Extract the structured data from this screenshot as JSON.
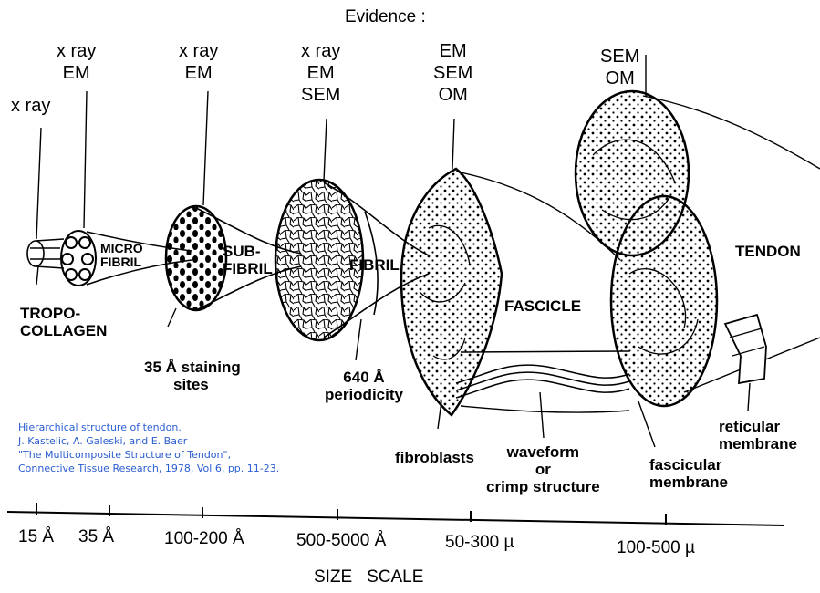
{
  "title": "Evidence :",
  "evidence": [
    {
      "lines": [
        "x ray"
      ]
    },
    {
      "lines": [
        "x ray",
        "EM"
      ]
    },
    {
      "lines": [
        "x ray",
        "EM"
      ]
    },
    {
      "lines": [
        "x ray",
        "EM",
        "SEM"
      ]
    },
    {
      "lines": [
        "EM",
        "SEM",
        "OM"
      ]
    },
    {
      "lines": [
        "SEM",
        "OM"
      ]
    }
  ],
  "structures": {
    "tropocollagen": [
      "TROPO-",
      "COLLAGEN"
    ],
    "microfibril": [
      "MICRO",
      "FIBRIL"
    ],
    "subfibril": [
      "SUB-",
      "FIBRIL"
    ],
    "fibril": "FIBRIL",
    "fascicle": "FASCICLE",
    "tendon": "TENDON"
  },
  "annotations": {
    "staining": [
      "35 Å  staining",
      "sites"
    ],
    "periodicity": [
      "640 Å",
      "periodicity"
    ],
    "fibroblasts": "fibroblasts",
    "waveform": [
      "waveform",
      "or",
      "crimp  structure"
    ],
    "fascicular": [
      "fascicular",
      "membrane"
    ],
    "reticular": [
      "reticular",
      "membrane"
    ]
  },
  "caption": [
    "Hierarchical structure of tendon.",
    "J. Kastelic, A. Galeski, and E. Baer",
    "\"The Multicomposite Structure of Tendon\",",
    "Connective Tissue Research, 1978, Vol 6, pp. 11-23."
  ],
  "scale": {
    "ticks": [
      "15 Å",
      "35 Å",
      "100-200 Å",
      "500-5000 Å",
      "50-300 µ",
      "100-500 µ"
    ],
    "label": "SIZE   SCALE"
  },
  "colors": {
    "ink": "#000000",
    "caption": "#2a5dd1",
    "background": "#ffffff"
  }
}
